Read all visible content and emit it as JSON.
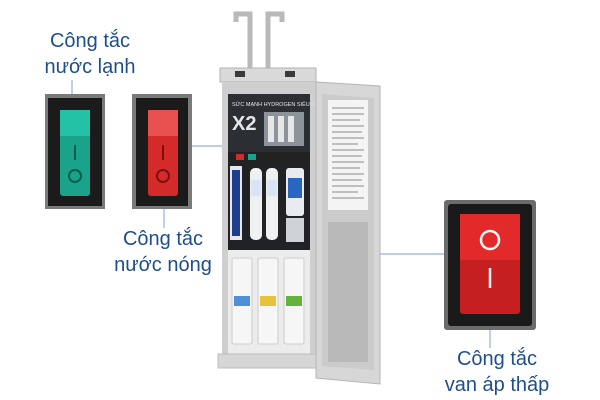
{
  "labels": {
    "cold_switch": [
      "Công tắc",
      "nước lạnh"
    ],
    "hot_switch": [
      "Công tắc",
      "nước nóng"
    ],
    "valve_switch": [
      "Công tắc",
      "van áp thấp"
    ]
  },
  "product_text": {
    "panel_headline": "SỨC MẠNH HYDROGEN SIÊU CẤP",
    "panel_badge": "X2"
  },
  "colors": {
    "label_text": "#1f4e8c",
    "leader_line": "#8fb3d9",
    "cold_switch": "#19a38b",
    "hot_switch": "#d42a2a",
    "valve_switch": "#e22a2a"
  }
}
